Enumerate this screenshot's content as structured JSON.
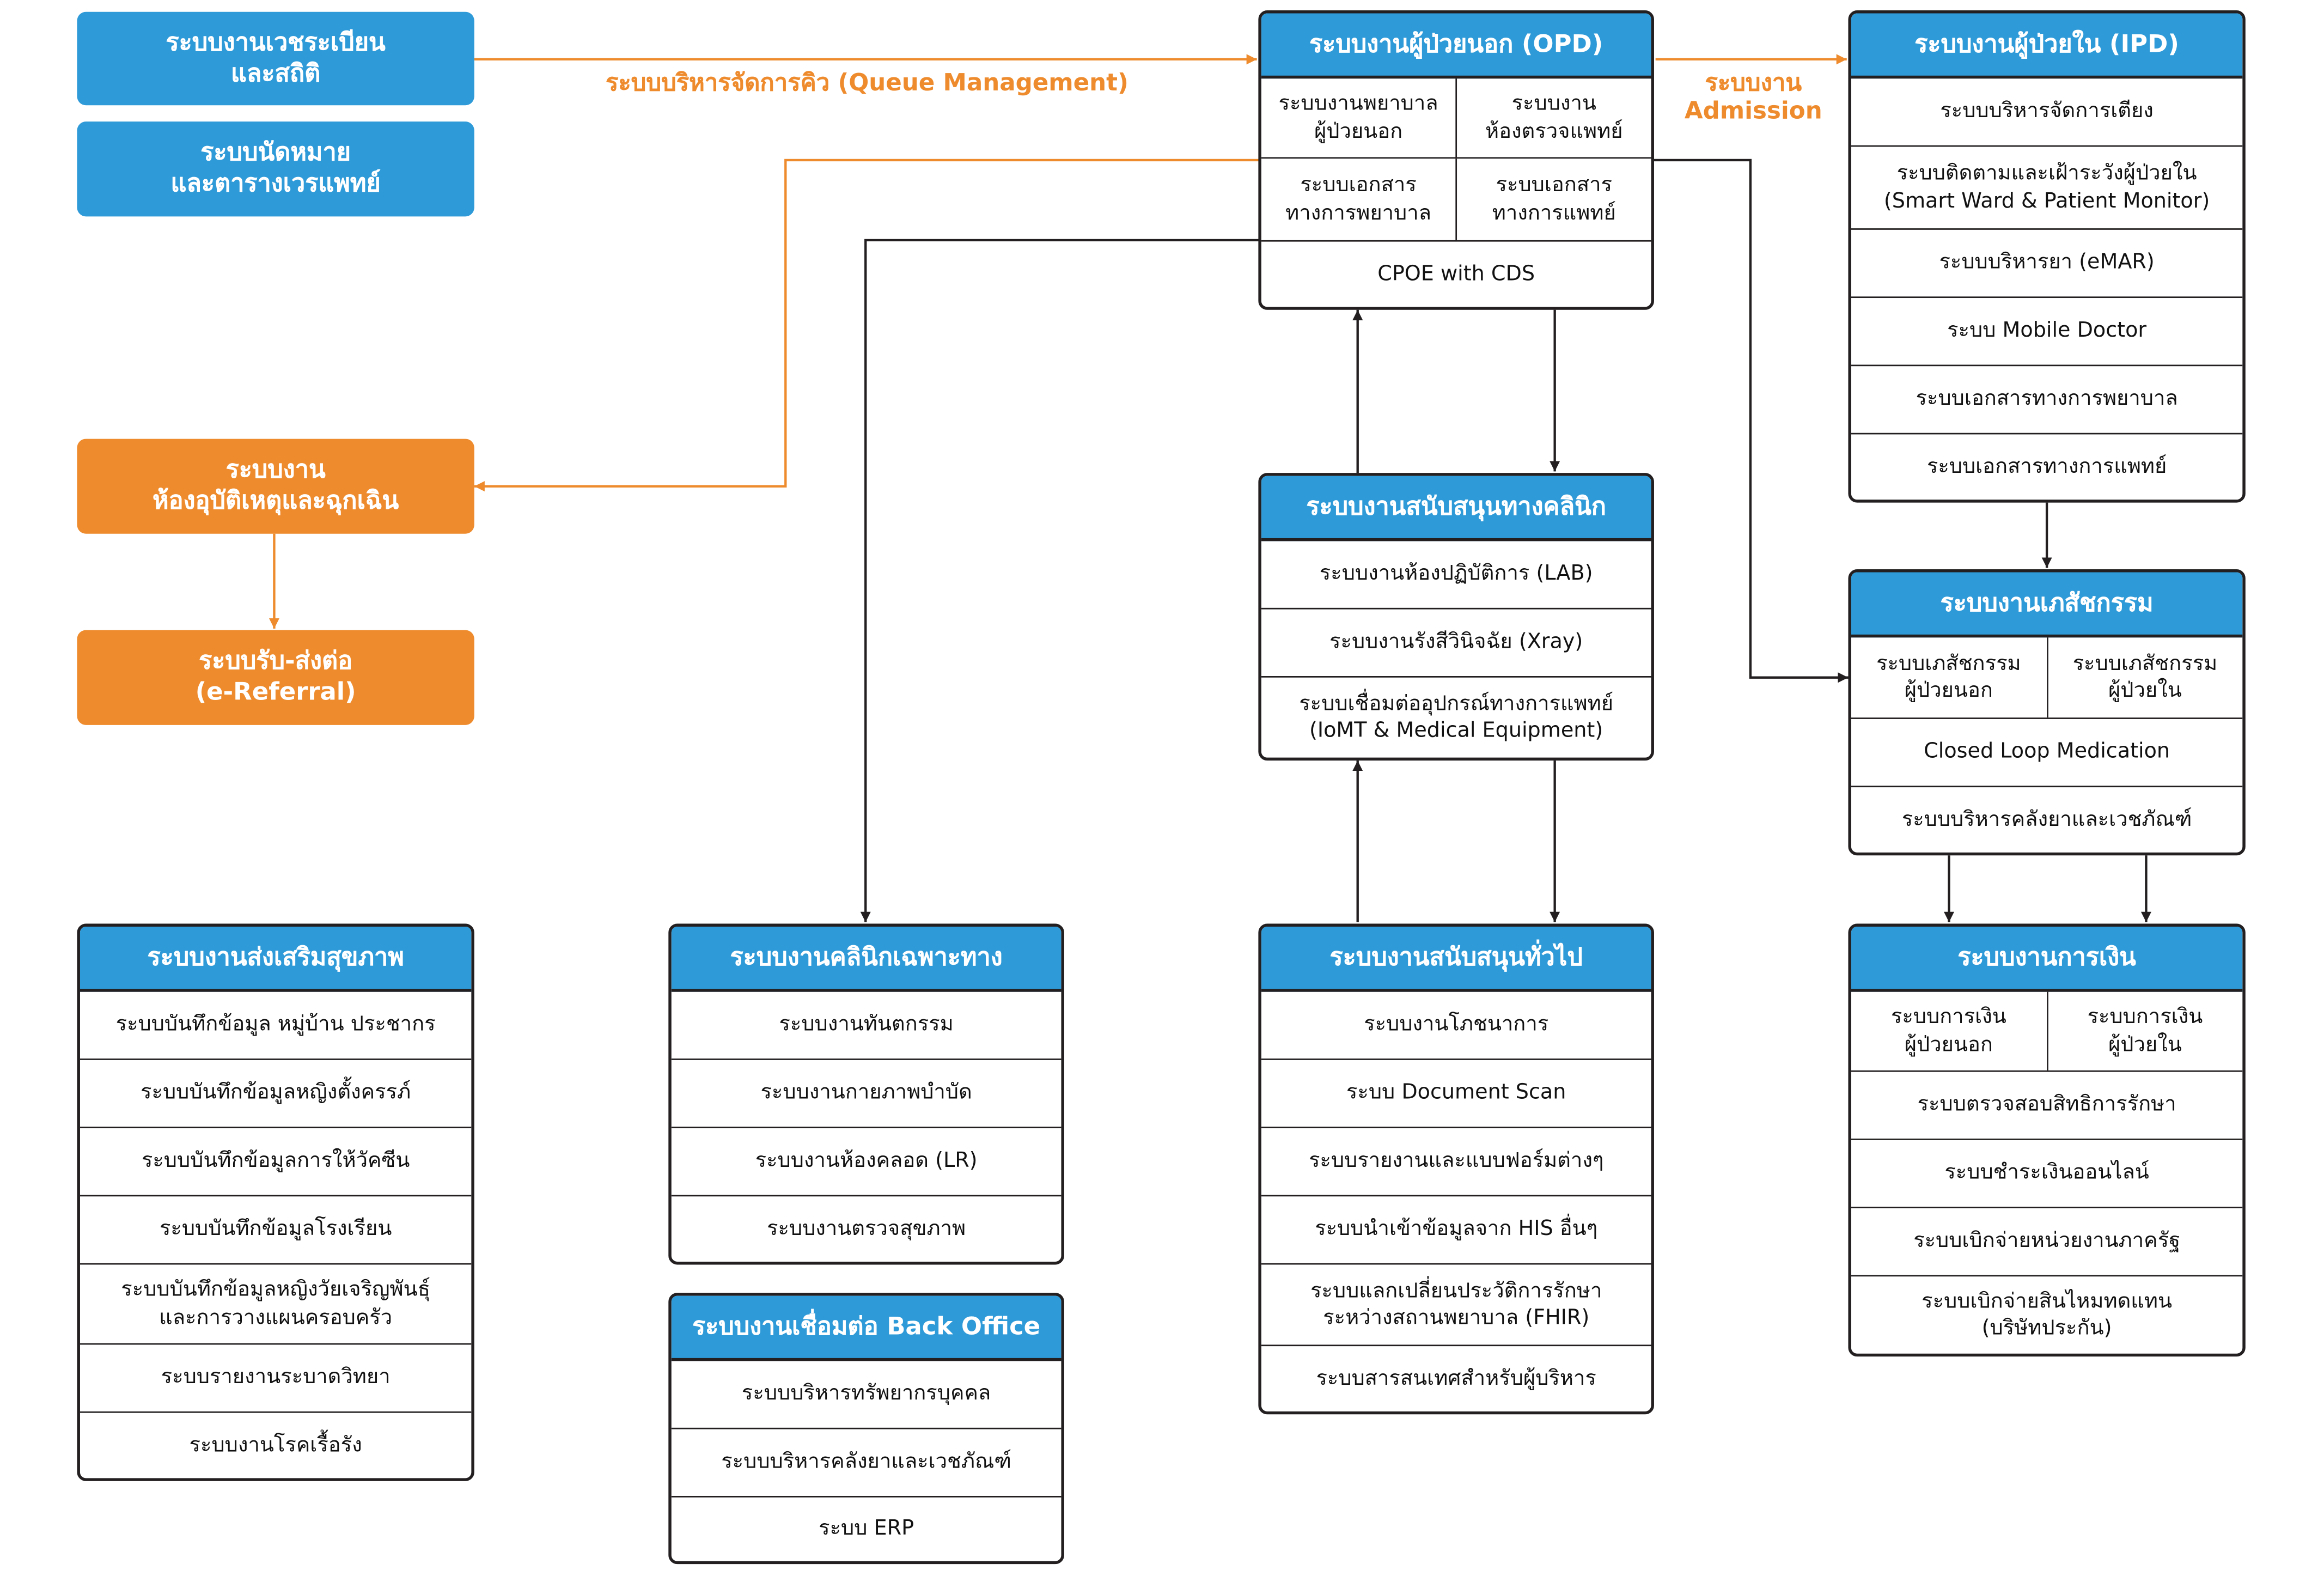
{
  "left_blue": {
    "registration": "ระบบงานเวชระเบียน\nและสถิติ",
    "appointment": "ระบบนัดหมาย\nและตารางเวรแพทย์"
  },
  "er": {
    "label": "ระบบงาน\nห้องอุบัติเหตุและฉุกเฉิน"
  },
  "referral": {
    "label": "ระบบรับ-ส่งต่อ\n(e-Referral)"
  },
  "edge_labels": {
    "queue": "ระบบบริหารจัดการคิว (Queue Management)",
    "admission": "ระบบงาน\nAdmission"
  },
  "opd": {
    "title": "ระบบงานผู้ป่วยนอก (OPD)",
    "cells": [
      [
        "ระบบงานพยาบาล\nผู้ป่วยนอก",
        "ระบบงาน\nห้องตรวจแพทย์"
      ],
      [
        "ระบบเอกสาร\nทางการพยาบาล",
        "ระบบเอกสาร\nทางการแพทย์"
      ]
    ],
    "footer": "CPOE with CDS"
  },
  "ipd": {
    "title": "ระบบงานผู้ป่วยใน (IPD)",
    "rows": [
      "ระบบบริหารจัดการเตียง",
      "ระบบติดตามและเฝ้าระวังผู้ป่วยใน\n(Smart Ward & Patient Monitor)",
      "ระบบบริหารยา (eMAR)",
      "ระบบ Mobile Doctor",
      "ระบบเอกสารทางการพยาบาล",
      "ระบบเอกสารทางการแพทย์"
    ]
  },
  "clinical_support": {
    "title": "ระบบงานสนับสนุนทางคลินิก",
    "rows": [
      "ระบบงานห้องปฏิบัติการ (LAB)",
      "ระบบงานรังสีวินิจฉัย (Xray)",
      "ระบบเชื่อมต่ออุปกรณ์ทางการแพทย์\n(IoMT & Medical Equipment)"
    ]
  },
  "pharmacy": {
    "title": "ระบบงานเภสัชกรรม",
    "cells": [
      "ระบบเภสัชกรรม\nผู้ป่วยนอก",
      "ระบบเภสัชกรรม\nผู้ป่วยใน"
    ],
    "rows": [
      "Closed Loop Medication",
      "ระบบบริหารคลังยาและเวชภัณฑ์"
    ]
  },
  "health_promo": {
    "title": "ระบบงานส่งเสริมสุขภาพ",
    "rows": [
      "ระบบบันทึกข้อมูล หมู่บ้าน ประชากร",
      "ระบบบันทึกข้อมูลหญิงตั้งครรภ์",
      "ระบบบันทึกข้อมูลการให้วัคซีน",
      "ระบบบันทึกข้อมูลโรงเรียน",
      "ระบบบันทึกข้อมูลหญิงวัยเจริญพันธุ์\nและการวางแผนครอบครัว",
      "ระบบรายงานระบาดวิทยา",
      "ระบบงานโรคเรื้อรัง"
    ]
  },
  "specialty": {
    "title": "ระบบงานคลินิกเฉพาะทาง",
    "rows": [
      "ระบบงานทันตกรรม",
      "ระบบงานกายภาพบำบัด",
      "ระบบงานห้องคลอด (LR)",
      "ระบบงานตรวจสุขภาพ"
    ]
  },
  "backoffice": {
    "title": "ระบบงานเชื่อมต่อ Back Office",
    "rows": [
      "ระบบบริหารทรัพยากรบุคคล",
      "ระบบบริหารคลังยาและเวชภัณฑ์",
      "ระบบ ERP"
    ]
  },
  "general_support": {
    "title": "ระบบงานสนับสนุนทั่วไป",
    "rows": [
      "ระบบงานโภชนาการ",
      "ระบบ Document Scan",
      "ระบบรายงานและแบบฟอร์มต่างๆ",
      "ระบบนำเข้าข้อมูลจาก HIS อื่นๆ",
      "ระบบแลกเปลี่ยนประวัติการรักษา\nระหว่างสถานพยาบาล (FHIR)",
      "ระบบสารสนเทศสำหรับผู้บริหาร"
    ]
  },
  "finance": {
    "title": "ระบบงานการเงิน",
    "cells": [
      "ระบบการเงิน\nผู้ป่วยนอก",
      "ระบบการเงิน\nผู้ป่วยใน"
    ],
    "rows": [
      "ระบบตรวจสอบสิทธิการรักษา",
      "ระบบชำระเงินออนไลน์",
      "ระบบเบิกจ่ายหน่วยงานภาครัฐ",
      "ระบบเบิกจ่ายสินไหมทดแทน\n(บริษัทประกัน)"
    ]
  },
  "colors": {
    "blue": "#2e9ad8",
    "orange": "#ee8b2d",
    "line": "#231f20"
  }
}
